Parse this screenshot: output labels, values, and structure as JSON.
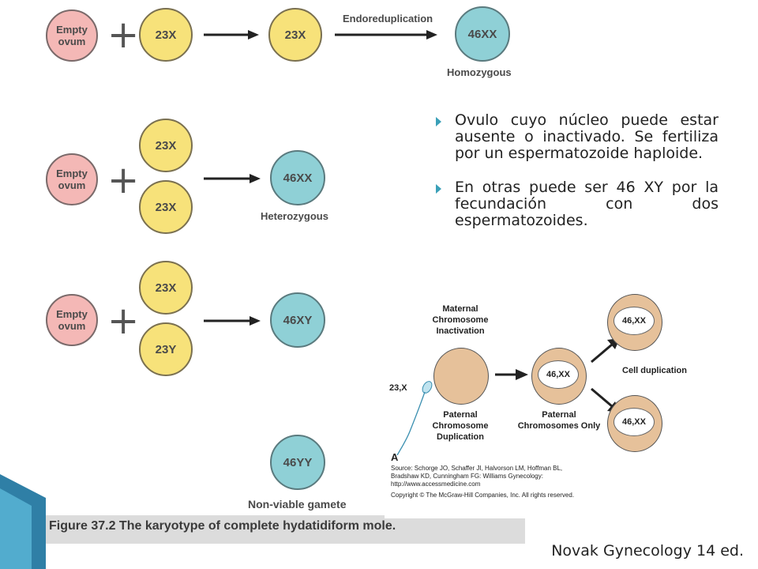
{
  "figure_left": {
    "row1": {
      "ovum": "Empty ovum",
      "sperm": "23X",
      "result_mid": "23X",
      "arrow_label": "Endoreduplication",
      "result": "46XX",
      "result_label": "Homozygous"
    },
    "row2": {
      "ovum": "Empty ovum",
      "sperm_top": "23X",
      "sperm_bottom": "23X",
      "result": "46XX",
      "result_label": "Heterozygous"
    },
    "row3": {
      "ovum": "Empty ovum",
      "sperm_top": "23X",
      "sperm_bottom": "23Y",
      "result": "46XY"
    },
    "row4": {
      "result": "46YY",
      "result_label": "Non-viable gamete"
    },
    "caption": "Figure 37.2 The karyotype of complete hydatidiform mole."
  },
  "bullets": [
    "Ovulo cuyo núcleo puede estar ausente o inactivado. Se fertiliza por un espermatozoide haploide.",
    "En otras puede ser 46 XY por la fecundación con dos espermatozoides."
  ],
  "figure_right": {
    "maternal": "Maternal Chromosome Inactivation",
    "sperm": "23,X",
    "paternal_dup": "Paternal Chromosome Duplication",
    "center_cell": "46,XX",
    "paternal_only": "Paternal Chromosomes Only",
    "cell_duplication": "Cell duplication",
    "top_cell": "46,XX",
    "bottom_cell": "46,XX",
    "panel_letter": "A",
    "source_lines": [
      "Source: Schorge JO, Schaffer JI, Halvorson LM, Hoffman BL,",
      "Bradshaw KD, Cunningham FG: Williams Gynecology:",
      "http://www.accessmedicine.com",
      "Copyright © The McGraw-Hill Companies, Inc. All rights reserved."
    ]
  },
  "credit": "Novak Gynecology 14 ed.",
  "colors": {
    "ovum": "#f4b8b6",
    "sperm": "#f7e27a",
    "result": "#8fd0d6",
    "cell": "#e6c19a",
    "accent": "#3aa0b8"
  }
}
